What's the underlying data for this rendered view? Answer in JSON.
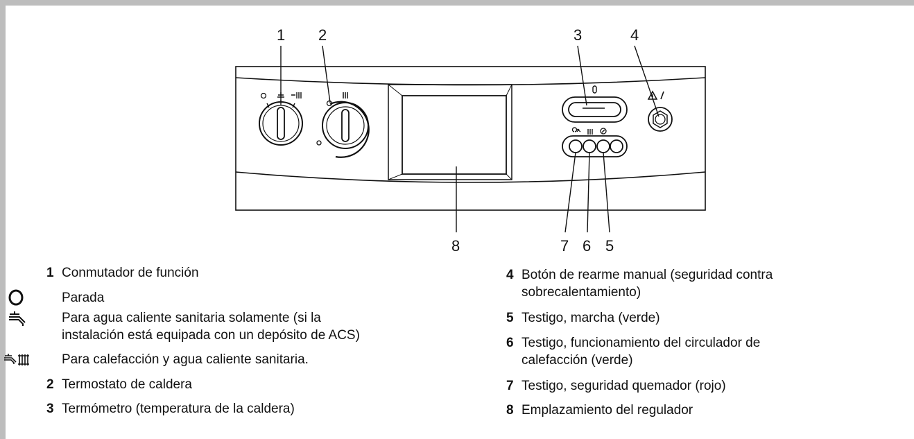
{
  "callouts": [
    "1",
    "2",
    "3",
    "4",
    "5",
    "6",
    "7",
    "8"
  ],
  "legend_left": [
    {
      "num": "1",
      "text": "Conmutador de función"
    },
    {
      "icon": "off-circle-icon",
      "text": "Parada"
    },
    {
      "icon": "tap-icon",
      "text": "Para agua caliente sanitaria solamente (si la",
      "text2": "instalación está equipada con un depósito de ACS)"
    },
    {
      "icon": "tap-radiator-icon",
      "text": "Para calefacción y agua caliente sanitaria."
    },
    {
      "num": "2",
      "text": "Termostato de caldera"
    },
    {
      "num": "3",
      "text": "Termómetro (temperatura de la caldera)"
    }
  ],
  "legend_right": [
    {
      "num": "4",
      "text": "Botón de rearme manual (seguridad contra",
      "text2": "sobrecalentamiento)"
    },
    {
      "num": "5",
      "text": "Testigo, marcha (verde)"
    },
    {
      "num": "6",
      "text": "Testigo, funcionamiento del circulador de",
      "text2": "calefacción (verde)"
    },
    {
      "num": "7",
      "text": "Testigo, seguridad quemador (rojo)"
    },
    {
      "num": "8",
      "text": "Emplazamiento del regulador"
    }
  ]
}
